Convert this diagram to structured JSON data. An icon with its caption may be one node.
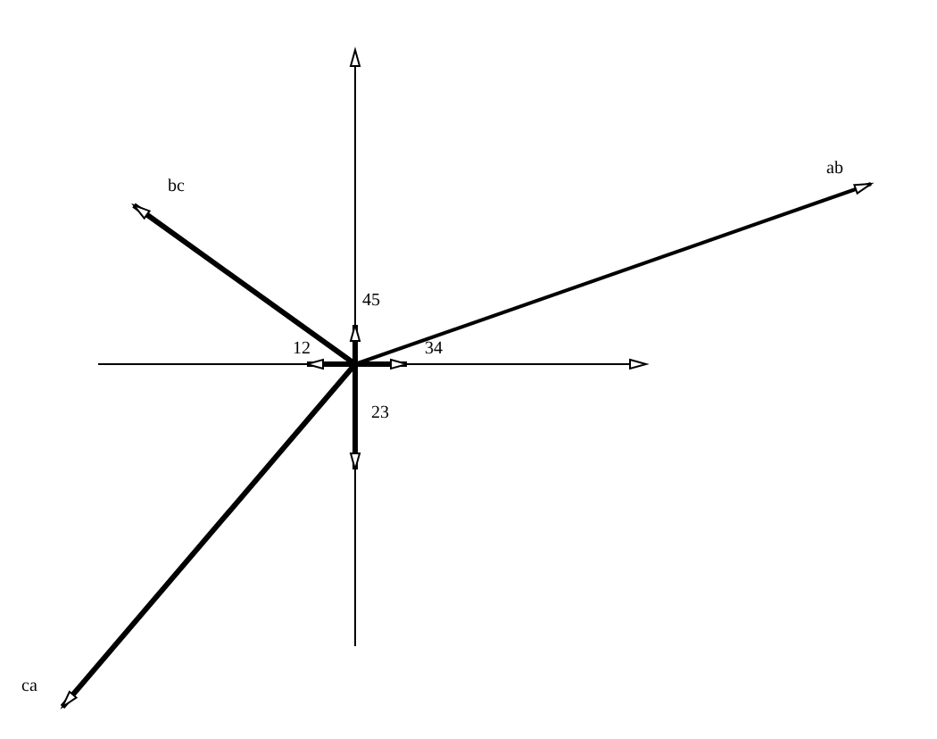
{
  "diagram": {
    "labels": [
      "ab",
      "bc",
      "45",
      "12",
      "34",
      "23",
      "ca"
    ]
  }
}
